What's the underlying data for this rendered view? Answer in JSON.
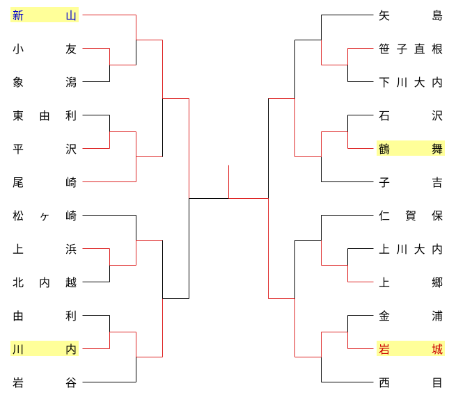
{
  "colors": {
    "highlight_bg": "#ffff99",
    "winner_line": "#dd2222",
    "loser_line": "#000000",
    "text_default": "#000000",
    "text_blue": "#0000cc",
    "text_red": "#cc0000"
  },
  "left_teams": [
    {
      "name": "新山",
      "highlight": true,
      "color": "blue"
    },
    {
      "name": "小友",
      "highlight": false,
      "color": "default"
    },
    {
      "name": "象潟",
      "highlight": false,
      "color": "default"
    },
    {
      "name": "東由利",
      "highlight": false,
      "color": "default"
    },
    {
      "name": "平沢",
      "highlight": false,
      "color": "default"
    },
    {
      "name": "尾崎",
      "highlight": false,
      "color": "default"
    },
    {
      "name": "松ヶ崎",
      "highlight": false,
      "color": "default"
    },
    {
      "name": "上浜",
      "highlight": false,
      "color": "default"
    },
    {
      "name": "北内越",
      "highlight": false,
      "color": "default"
    },
    {
      "name": "由利",
      "highlight": false,
      "color": "default"
    },
    {
      "name": "川内",
      "highlight": true,
      "color": "default"
    },
    {
      "name": "岩谷",
      "highlight": false,
      "color": "default"
    }
  ],
  "right_teams": [
    {
      "name": "矢島",
      "highlight": false,
      "color": "default"
    },
    {
      "name": "笹子直根",
      "highlight": false,
      "color": "default"
    },
    {
      "name": "下川大内",
      "highlight": false,
      "color": "default"
    },
    {
      "name": "石沢",
      "highlight": false,
      "color": "default"
    },
    {
      "name": "鶴舞",
      "highlight": true,
      "color": "default"
    },
    {
      "name": "子吉",
      "highlight": false,
      "color": "default"
    },
    {
      "name": "仁賀保",
      "highlight": false,
      "color": "default"
    },
    {
      "name": "上川大内",
      "highlight": false,
      "color": "default"
    },
    {
      "name": "上郷",
      "highlight": false,
      "color": "default"
    },
    {
      "name": "金浦",
      "highlight": false,
      "color": "default"
    },
    {
      "name": "岩城",
      "highlight": true,
      "color": "red"
    },
    {
      "name": "西目",
      "highlight": false,
      "color": "default"
    }
  ]
}
